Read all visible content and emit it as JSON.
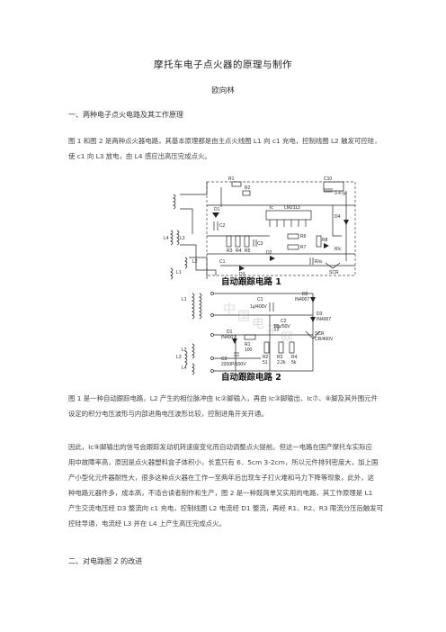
{
  "title": "摩托车电子点火器的原理与制作",
  "author": "欧向林",
  "section1": {
    "heading": "一、两种电子点火电路及其工作原理",
    "intro": [
      "图 1 和图 2 是两种点火器电路，其基本原理都是由主点火线圈 L1 向 c1 充电，控制线圈 L2 触发可控硅，",
      "使 c1 向 L3 放电，由 L4 感应出高压完成点火。"
    ]
  },
  "figure1": {
    "caption": "自动跟踪电路 1",
    "labels": {
      "c10": "C10",
      "r1": "R1",
      "d1": "D1",
      "r2": "R2",
      "ic": "Ic",
      "ic_chip": "LM2113",
      "l1": "L1",
      "l2": "L2",
      "l3": "L3",
      "l4": "L4",
      "r3": "R3",
      "r4": "R4",
      "r5": "R5",
      "r6": "R6",
      "r7": "R7",
      "r8": "R8",
      "d2": "D2",
      "d3": "D3",
      "d4": "D4",
      "c1": "C1",
      "c2": "C2",
      "c3": "C3",
      "cap1": "0.47μ",
      "ra": "R/a",
      "rc": "R/c",
      "scr": "SCR"
    }
  },
  "figure2": {
    "caption": "自动跟踪电路 2",
    "labels": {
      "c1": "C1",
      "c1v": "1μ/400V",
      "c2": "C2",
      "c2v": "10μ/50V",
      "c3": "C3",
      "c3v": "2200P/100V",
      "d1": "D1",
      "d1v": "IN4007",
      "d2": "D2",
      "d2v": "IN4007",
      "d3": "D3",
      "d3v": "IN4007",
      "r1": "R1",
      "r1v": "100",
      "r2": "R2",
      "r2v": "51",
      "r3": "R3",
      "r3v": "2.2k",
      "r4": "R4",
      "r4v": "5k",
      "scr": "SCR",
      "scrv": "CR/400V",
      "l1": "L1",
      "l2": "L2",
      "l3": "L3",
      "l4": "L4"
    },
    "watermark": "中国电子网",
    "watermark_chars": [
      "中",
      "国",
      "电",
      "子",
      "网"
    ]
  },
  "para_fig1": [
    "图 1 是一种自动跟踪电路，L2 产生的相位脉冲由 Ic②脚输入，再由 Ic③脚输出、Ic⑦、⑧脚及其外围元件",
    "设定的积分电压波形与内部进角电压波形比较，控制进角开关开通。"
  ],
  "para_fig2": [
    "因此，Ic⑨脚输出的信号会跟踪发动机转速度变化而自动调整点火提前。但这一电路在国产摩托车实际应",
    "用中故障率高，原因是点火器塑料盒子体积小，长宽只有 6．5cm  3-2cm，所以元件排列密度大，加上国",
    "产小型化元件器耐性大，很多这种点火器在工作一至两年后出现车子打火难和马力下降等现象，此外，这",
    "种电路元器件多，成本高，不适合读者制作和生产，图 2 是一种既简单又实用的电路，其工作原理是 L1",
    "产生交流电压经 D3 整流向 c1 充电，控制线圈 L2 电流经 D1 整流，再经 R1、R2、R3 限流分压后触发可",
    "控硅导通，电流经 L3 并在 L4 上产生高压完成点火。"
  ],
  "section2": {
    "heading": "二、对电路图 2 的改进"
  }
}
